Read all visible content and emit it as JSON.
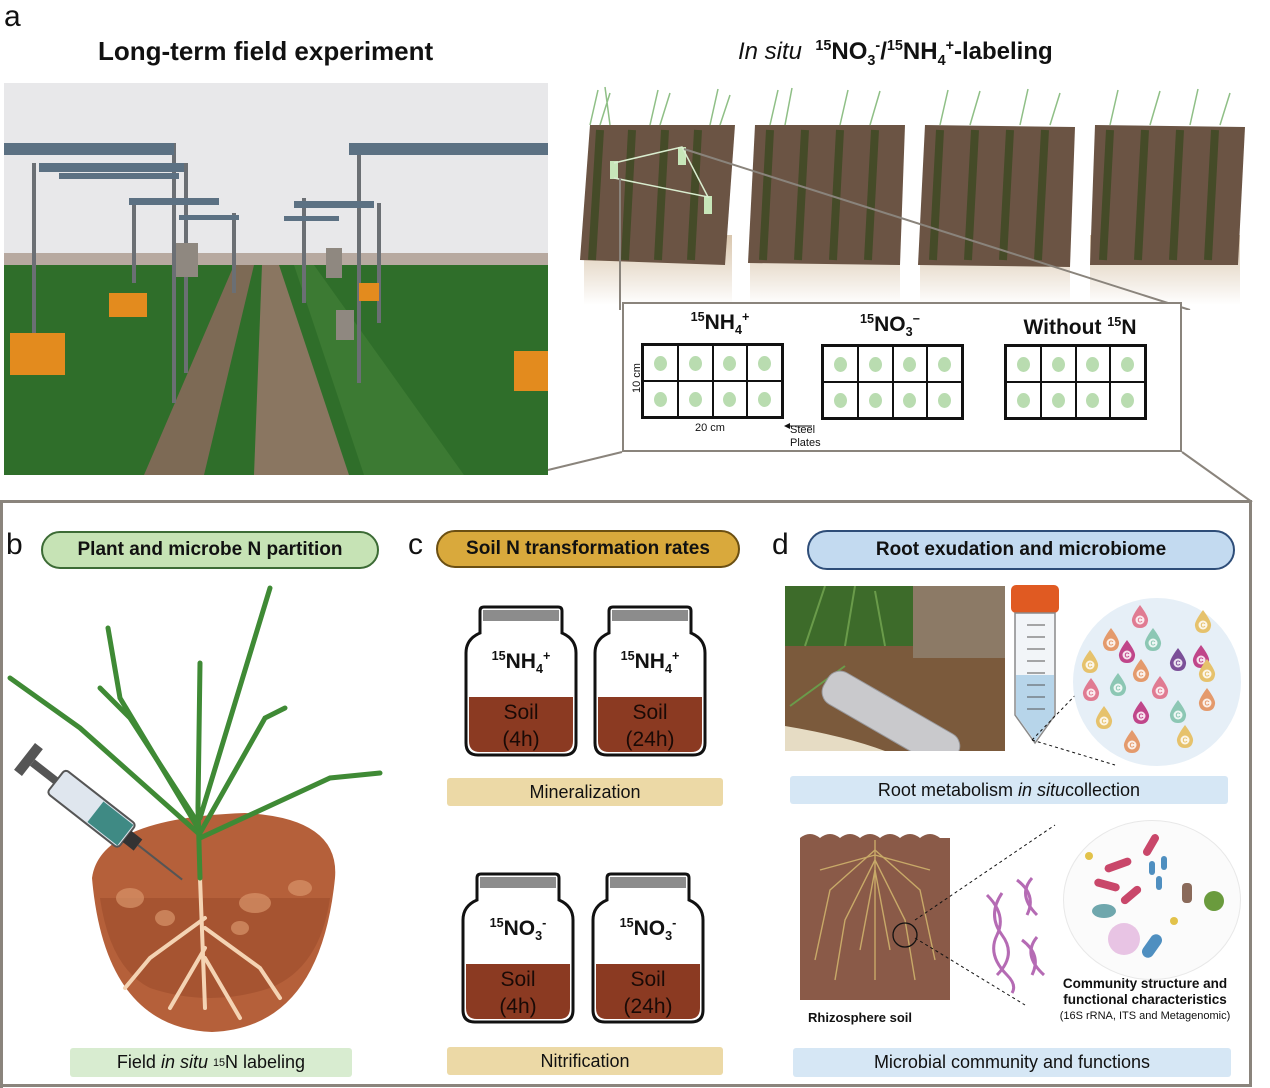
{
  "panel_a": {
    "letter": "a",
    "left_title": "Long-term field experiment",
    "right_title_italic": "In situ",
    "right_title": {
      "iso1": "15",
      "ion1": "NO",
      "ion1_sub": "3",
      "ion1_charge": "-",
      "sep": "/",
      "iso2": "15",
      "ion2": "NH",
      "ion2_sub": "4",
      "ion2_charge": "+",
      "suffix": "-labeling"
    },
    "photo": {
      "description": "field-experiment-photo"
    },
    "plots": {
      "count": 4
    },
    "layout_grids": [
      {
        "iso": "15",
        "ion": "NH",
        "sub": "4",
        "charge": "+",
        "rows": 2,
        "cols": 4
      },
      {
        "iso": "15",
        "ion": "NO",
        "sub": "3",
        "charge": "−",
        "rows": 2,
        "cols": 4
      },
      {
        "prefix": "Without ",
        "iso": "15",
        "ion": "N",
        "rows": 2,
        "cols": 4
      }
    ],
    "dim_height": "10 cm",
    "dim_width": "20 cm",
    "steel_label_1": "Steel",
    "steel_label_2": "Plates"
  },
  "panel_b": {
    "letter": "b",
    "pill": "Plant and microbe N partition",
    "caption": {
      "pre": "Field ",
      "italic": "in situ",
      "iso": "15",
      "post": "N labeling"
    },
    "colors": {
      "pill_bg": "#c6e3b5",
      "pill_border": "#3c6b35",
      "caption_bg": "#d8ecd0"
    }
  },
  "panel_c": {
    "letter": "c",
    "pill": "Soil N transformation rates",
    "jars_top": [
      {
        "iso": "15",
        "ion": "NH",
        "sub": "4",
        "charge": "+",
        "soil": "Soil",
        "time": "(4h)"
      },
      {
        "iso": "15",
        "ion": "NH",
        "sub": "4",
        "charge": "+",
        "soil": "Soil",
        "time": "(24h)"
      }
    ],
    "caption_top": "Mineralization",
    "jars_bottom": [
      {
        "iso": "15",
        "ion": "NO",
        "sub": "3",
        "charge": "-",
        "soil": "Soil",
        "time": "(4h)"
      },
      {
        "iso": "15",
        "ion": "NO",
        "sub": "3",
        "charge": "-",
        "soil": "Soil",
        "time": "(24h)"
      }
    ],
    "caption_bottom": "Nitrification",
    "colors": {
      "pill_bg": "#d9a93c",
      "pill_border": "#6b4f12",
      "caption_bg": "#ecd9a6",
      "soil": "#8b3a22",
      "lid": "#8c8c8c"
    }
  },
  "panel_d": {
    "letter": "d",
    "pill": "Root exudation and microbiome",
    "caption_top": {
      "pre": "Root metabolism ",
      "italic": "in situ",
      "post": " collection"
    },
    "drop_label": "C",
    "rhizosphere_label": "Rhizosphere soil",
    "community_line1": "Community structure and",
    "community_line2": "functional characteristics",
    "community_methods": "(16S rRNA, ITS and Metagenomic)",
    "caption_bottom": "Microbial community and functions",
    "colors": {
      "pill_bg": "#c3daf0",
      "pill_border": "#2e4d78",
      "caption_bg": "#d6e7f5",
      "soil": "#8a5a48",
      "root": "#c8a968"
    }
  }
}
